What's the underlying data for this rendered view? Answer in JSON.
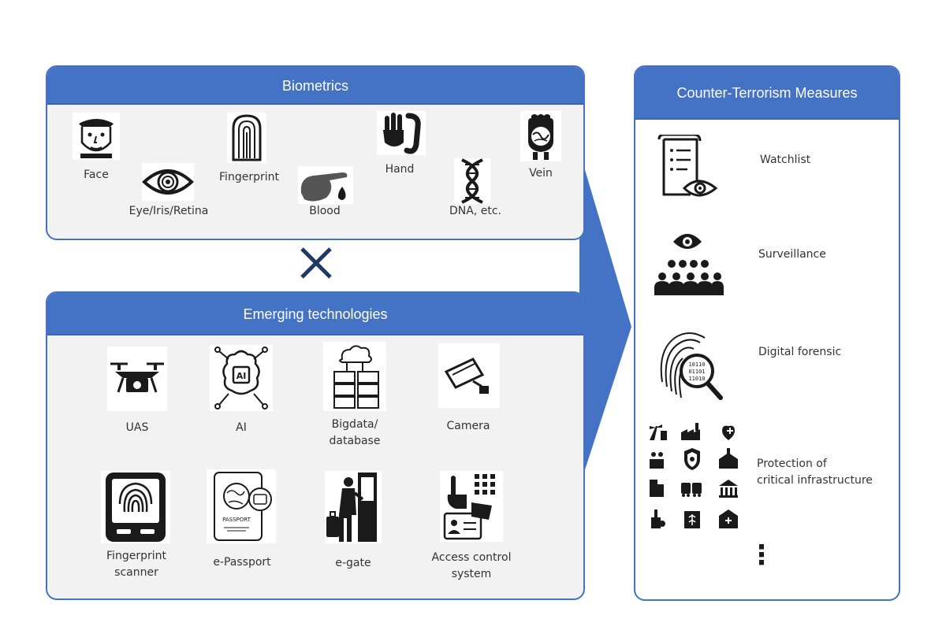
{
  "biometrics": {
    "title": "Biometrics",
    "items": [
      {
        "label": "Face",
        "icon": "face-icon"
      },
      {
        "label": "Eye/Iris/Retina",
        "icon": "eye-icon"
      },
      {
        "label": "Fingerprint",
        "icon": "fingerprint-icon"
      },
      {
        "label": "Blood",
        "icon": "blood-drop-icon"
      },
      {
        "label": "Hand",
        "icon": "hand-icon"
      },
      {
        "label": "DNA, etc.",
        "icon": "dna-icon"
      },
      {
        "label": "Vein",
        "icon": "vein-hand-icon"
      }
    ]
  },
  "operator": {
    "symbol": "×"
  },
  "emerging": {
    "title": "Emerging technologies",
    "items": [
      {
        "label": "UAS",
        "icon": "drone-icon"
      },
      {
        "label": "AI",
        "icon": "ai-chip-icon"
      },
      {
        "label_line1": "Bigdata/",
        "label_line2": "database",
        "icon": "database-cloud-icon"
      },
      {
        "label": "Camera",
        "icon": "cctv-camera-icon"
      },
      {
        "label_line1": "Fingerprint",
        "label_line2": "scanner",
        "icon": "fingerprint-scanner-icon"
      },
      {
        "label": "e-Passport",
        "icon": "passport-icon"
      },
      {
        "label": "e-gate",
        "icon": "egate-traveler-icon"
      },
      {
        "label_line1": "Access control",
        "label_line2": "system",
        "icon": "access-control-icon"
      }
    ]
  },
  "measures": {
    "title": "Counter-Terrorism Measures",
    "items": [
      {
        "label": "Watchlist",
        "icon": "watchlist-icon"
      },
      {
        "label": "Surveillance",
        "icon": "surveillance-icon"
      },
      {
        "label": "Digital forensic",
        "icon": "digital-forensic-icon"
      },
      {
        "label_line1": "Protection of",
        "label_line2": "critical infrastructure",
        "icon": "infrastructure-grid-icon"
      }
    ],
    "more": "⋮"
  },
  "colors": {
    "accent": "#4472c4",
    "panel_bg": "#f2f2f2",
    "icon": "#1a1a1a",
    "operator": "#1f3864"
  }
}
